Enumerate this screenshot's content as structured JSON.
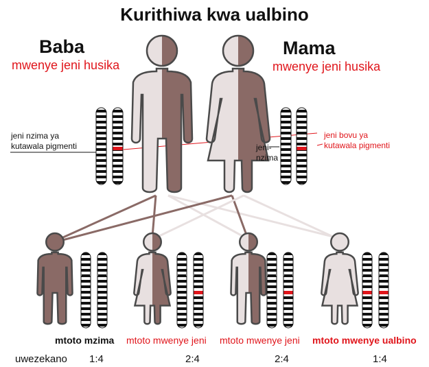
{
  "title": "Kurithiwa kwa ualbino",
  "colors": {
    "dark": "#8a6a66",
    "light": "#e8e0e0",
    "outline": "#4a4a4a",
    "red": "#e0151b"
  },
  "father": {
    "name": "Baba",
    "subtitle": "mwenye jeni husika"
  },
  "mother": {
    "name": "Mama",
    "subtitle": "mwenye jeni husika"
  },
  "annotations": {
    "normal_gene_left": [
      "jeni nzima ya",
      "kutawala pigmenti"
    ],
    "defective_gene": [
      "jeni bovu ya",
      "kutawala pigmenti"
    ],
    "normal_gene_right": [
      "jeni-",
      "nzima"
    ]
  },
  "children": [
    {
      "label": "mtoto mzima",
      "probability": "1:4"
    },
    {
      "label": "mtoto mwenye jeni",
      "probability": "2:4"
    },
    {
      "label": "mtoto mwenye jeni",
      "probability": "2:4"
    },
    {
      "label": "mtoto mwenye ualbino",
      "probability": "1:4"
    }
  ],
  "probability_label": "uwezekano"
}
